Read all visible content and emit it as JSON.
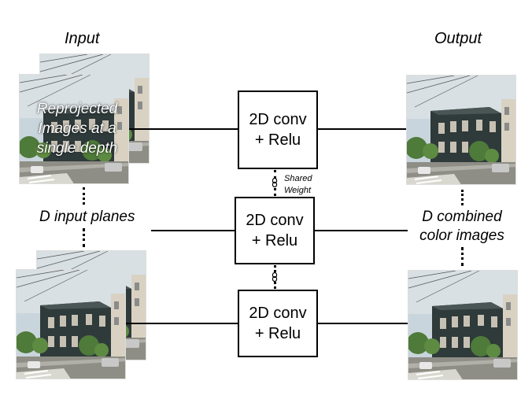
{
  "labels": {
    "input": "Input",
    "output": "Output",
    "reprojected": [
      "Reprojected",
      "Images at a",
      "single depth"
    ],
    "d_input_planes": "D input planes",
    "d_combined": [
      "D combined",
      "color images"
    ],
    "shared": [
      "Shared",
      "Weight"
    ]
  },
  "conv_blocks": [
    {
      "line1": "2D conv",
      "line2": "+ Relu"
    },
    {
      "line1": "2D conv",
      "line2": "+ Relu"
    },
    {
      "line1": "2D conv",
      "line2": "+ Relu"
    }
  ],
  "icons": {
    "weight_link_top": "link-icon",
    "weight_link_bottom": "link-icon"
  },
  "colors": {
    "sky": "#c9d5dc",
    "building": "#2f3a3a",
    "trees": "#4e7a3a",
    "street": "#8e8e86"
  }
}
